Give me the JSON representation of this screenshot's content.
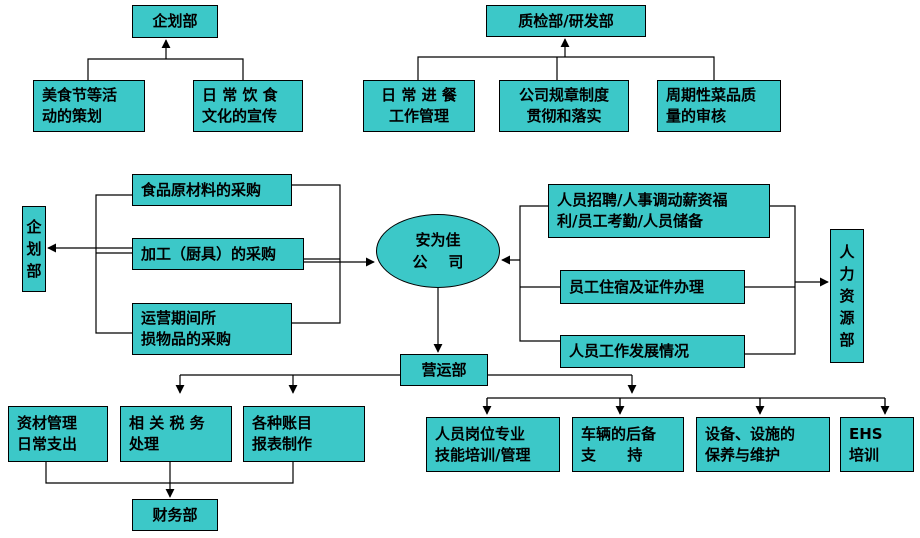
{
  "nodes": {
    "top_planning": "企划部",
    "food_planning": "美食节等活\n动的策划",
    "food_culture": "日 常 饮 食\n文化的宣传",
    "qa_rd": "质检部/研发部",
    "daily_dining": "日 常 进 餐\n工作管理",
    "rules": "公司规章制度\n贯彻和落实",
    "menu_quality": "周期性菜品质\n量的审核",
    "left_planning": "企\n划\n部",
    "purchase_food": "食品原材料的采购",
    "purchase_tools": "加工（厨具）的采购",
    "purchase_consumables": "运营期间所\n损物品的采购",
    "company": "安为佳\n公    司",
    "hr_recruit": "人员招聘/人事调动薪资福\n利/员工考勤/人员储备",
    "hr_housing": "员工住宿及证件办理",
    "hr_development": "人员工作发展情况",
    "hr_dept": "人\n力\n资\n源\n部",
    "operations": "营运部",
    "fin_assets": "资材管理\n日常支出",
    "fin_tax": "相 关 税 务\n处理",
    "fin_reports": "各种账目\n报表制作",
    "finance": "财务部",
    "ops_training": "人员岗位专业\n技能培训/管理",
    "ops_vehicles": "车辆的后备\n支      持",
    "ops_equipment": "设备、设施的\n保养与维护",
    "ops_ehs": "EHS\n培训"
  },
  "colors": {
    "box_fill": "#3cc8c8",
    "border": "#000000"
  }
}
